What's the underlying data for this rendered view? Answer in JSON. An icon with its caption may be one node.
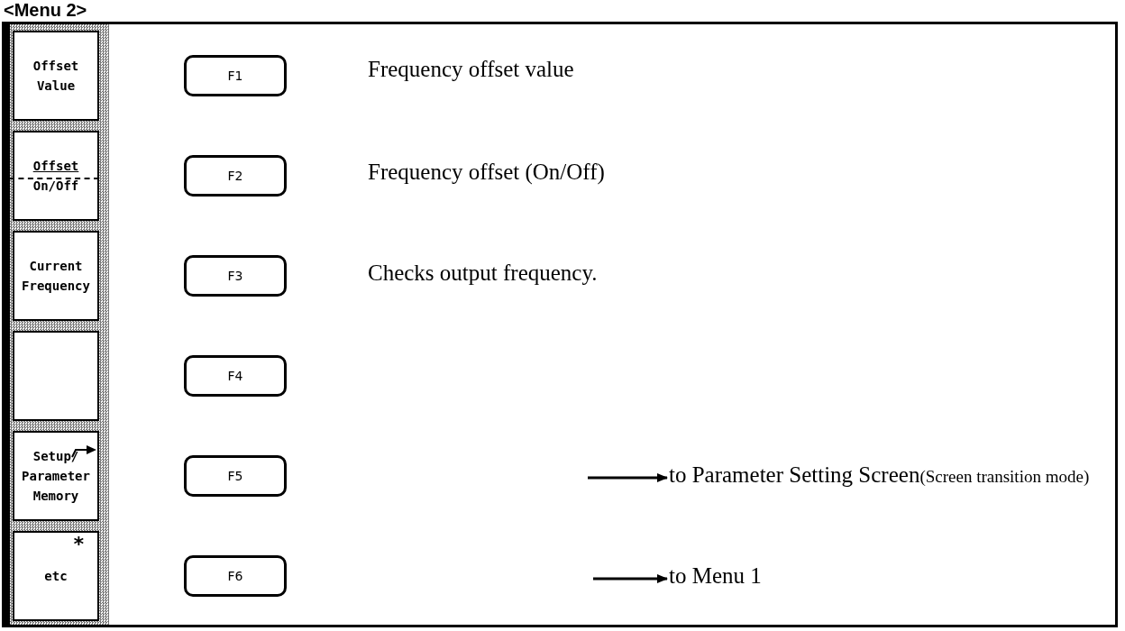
{
  "diagram": {
    "title": "<Menu 2>",
    "nodes": [
      {
        "text": [
          "Offset Value"
        ]
      },
      {
        "text": [
          "Offset",
          "On/Off"
        ]
      },
      {
        "text": [
          "Current Frequency"
        ]
      },
      {
        "text": [],
        "shape": "box"
      },
      {
        "text": [
          "Setup/ Parameter Memory"
        ]
      },
      {
        "text": [
          "*",
          "etc"
        ]
      },
      {
        "text": [
          "F1"
        ]
      },
      {
        "text": [
          "F2"
        ]
      },
      {
        "text": [
          "F3"
        ]
      },
      {
        "text": [
          "F4"
        ]
      },
      {
        "text": [
          "F5"
        ]
      },
      {
        "text": [
          "F6"
        ]
      },
      {
        "text": [
          "Frequency offset value"
        ]
      },
      {
        "text": [
          "Frequency offset (On/Off)"
        ]
      },
      {
        "text": [
          "Checks output frequency."
        ]
      },
      {
        "text": [
          "to Parameter Setting Screen",
          "(Screen transition mode)"
        ]
      },
      {
        "text": [
          "to Menu 1"
        ]
      }
    ],
    "edges": [
      {
        "from": null,
        "to": 15,
        "arrow": "to"
      },
      {
        "from": null,
        "to": 16,
        "arrow": "to"
      }
    ]
  }
}
